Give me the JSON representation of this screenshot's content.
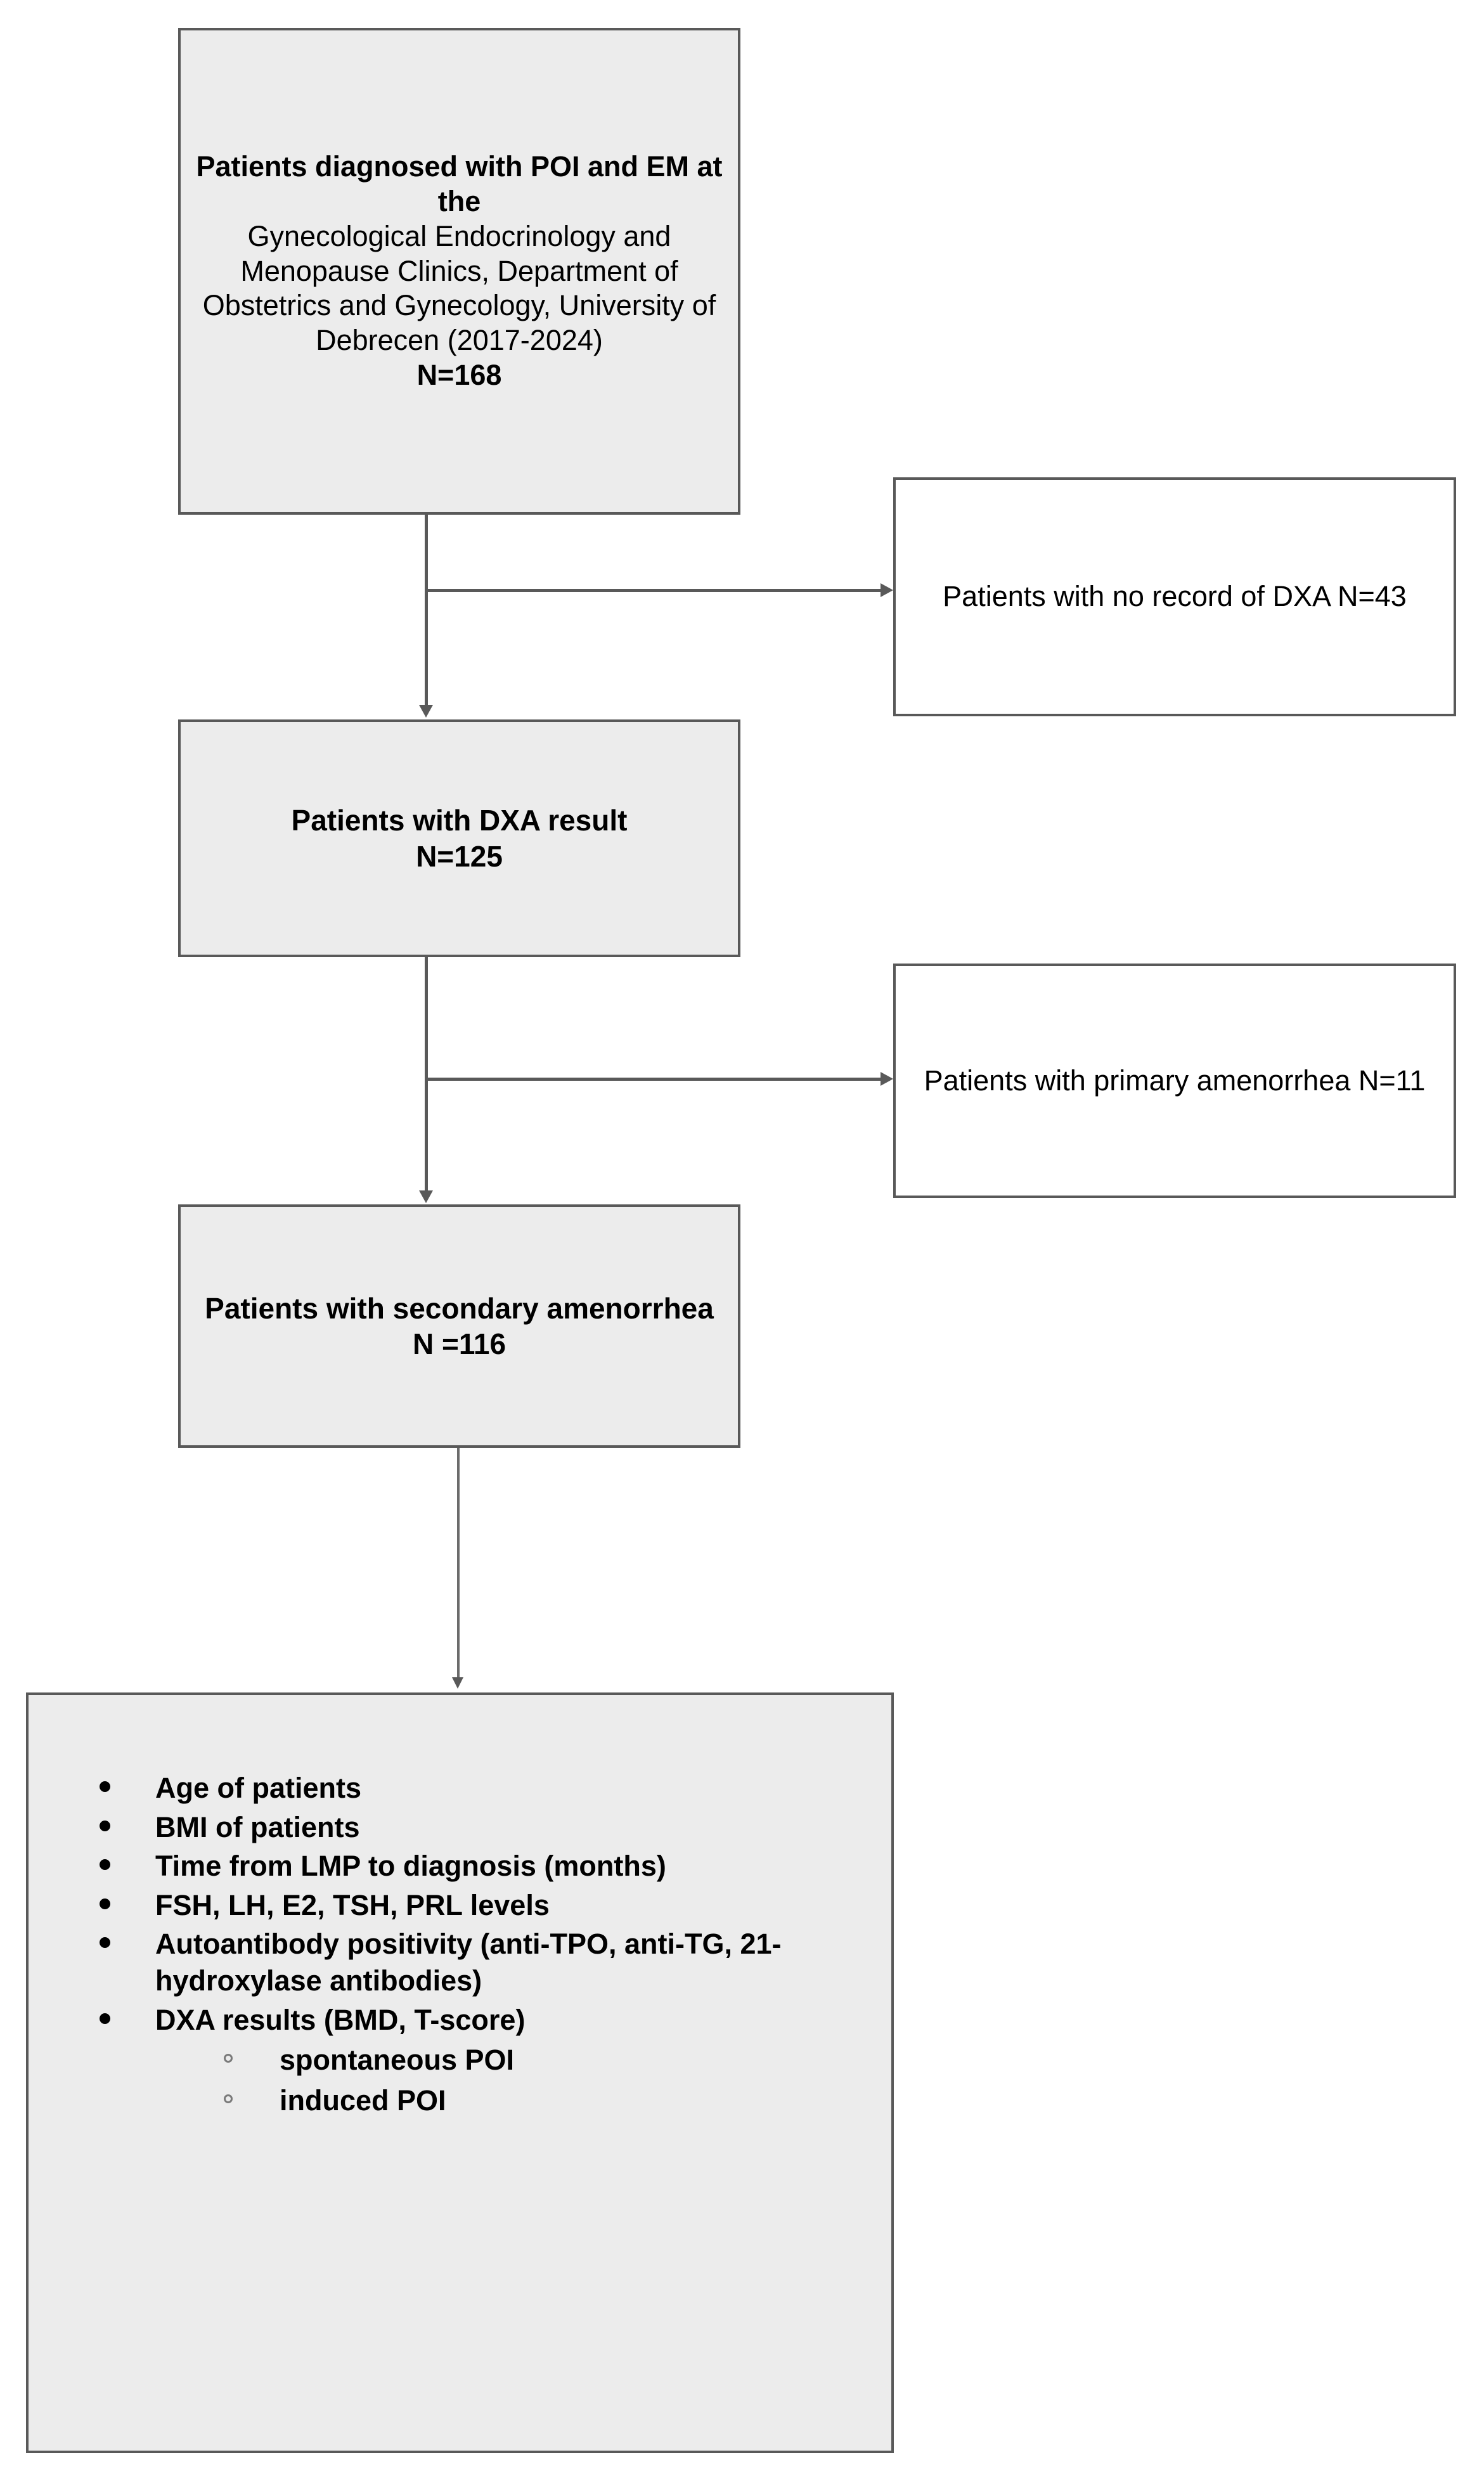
{
  "figure": {
    "type": "patient-selection-flowchart",
    "colors": {
      "box_fill_shaded": "#ececec",
      "box_fill_plain": "#ffffff",
      "box_border": "#595959",
      "connector": "#595959",
      "text": "#000000"
    }
  },
  "nodes": {
    "cohort": {
      "bold_lead": "Patients diagnosed with POI and EM at the",
      "body": "Gynecological Endocrinology and Menopause Clinics, Department of Obstetrics and Gynecology, University of Debrecen (2017-2024)",
      "count_label": "N=168"
    },
    "excluded_no_dxa": {
      "text": "Patients with no record of DXA N=43"
    },
    "dxa_result": {
      "text": "Patients with DXA result",
      "count_label": "N=125"
    },
    "excluded_primary_amenorrhea": {
      "text": "Patients with primary amenorrhea N=11"
    },
    "secondary_amenorrhea": {
      "text": "Patients with secondary amenorrhea",
      "count_label": "N =116"
    },
    "variables": {
      "items": [
        {
          "label": "Age of patients",
          "sub": []
        },
        {
          "label": "BMI of patients",
          "sub": []
        },
        {
          "label": "Time from LMP to diagnosis (months)",
          "sub": []
        },
        {
          "label": "FSH, LH, E2, TSH, PRL levels",
          "sub": []
        },
        {
          "label": "Autoantibody positivity (anti-TPO, anti-TG, 21-hydroxylase antibodies)",
          "sub": []
        },
        {
          "label": "DXA results (BMD, T-score)",
          "sub": [
            "spontaneous POI",
            "induced POI"
          ]
        }
      ]
    }
  }
}
